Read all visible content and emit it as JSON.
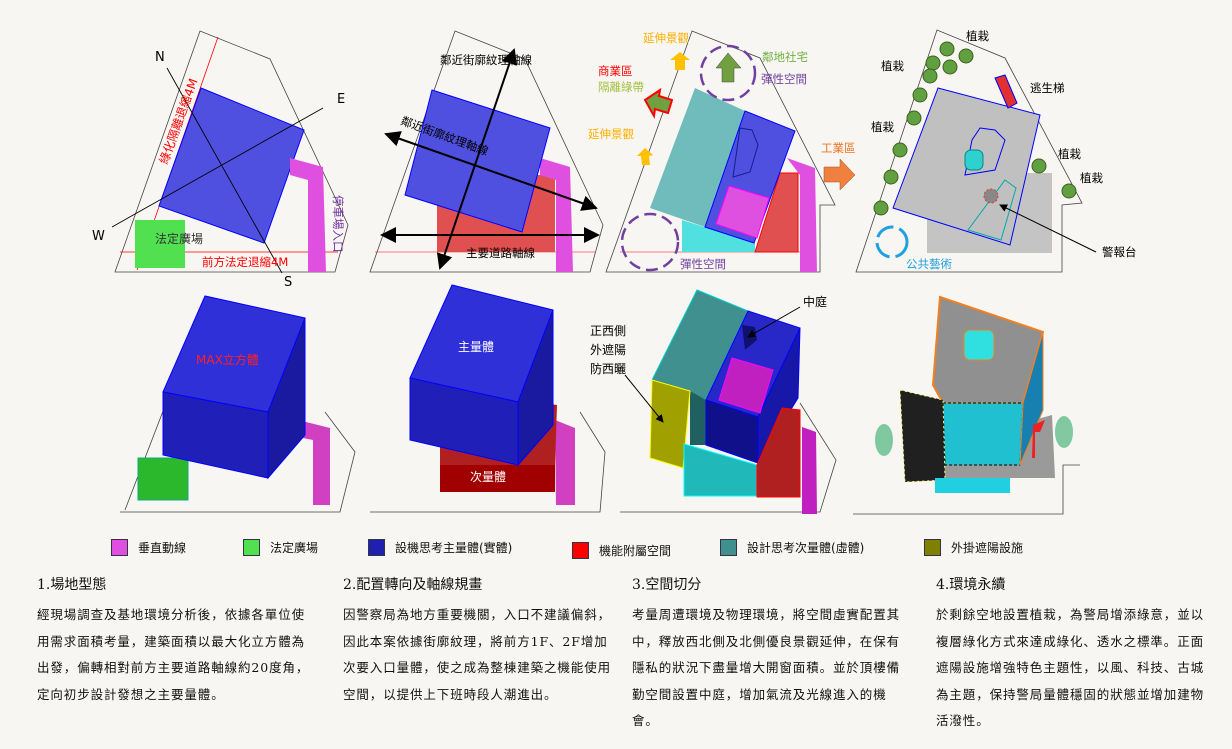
{
  "panels": {
    "site": {
      "n": "N",
      "e": "E",
      "w": "W",
      "s": "S",
      "green_setback": "綠化隔離退縮4M",
      "plaza": "法定廣場",
      "front_setback": "前方法定退縮4M",
      "parking_entry": "停車場入口"
    },
    "axis": {
      "street_axis_top": "鄰近街廓紋理軸線",
      "street_axis_diag": "鄰近街廓紋理軸線",
      "road_axis": "主要道路軸線"
    },
    "space": {
      "view_ext_1": "延伸景觀",
      "commercial": "商業區",
      "buffer": "隔離綠帶",
      "view_ext_2": "延伸景觀",
      "housing": "鄰地社宅",
      "flex_1": "彈性空間",
      "industrial": "工業區",
      "flex_2": "彈性空間"
    },
    "env": {
      "plant_1": "植栽",
      "plant_2": "植栽",
      "plant_3": "植栽",
      "plant_4": "植栽",
      "plant_5": "植栽",
      "stair": "逃生梯",
      "alarm": "警報台",
      "art": "公共藝術"
    },
    "mass1": {
      "label": "MAX立方體"
    },
    "mass2": {
      "main": "主量體",
      "secondary": "次量體"
    },
    "mass3": {
      "courtyard": "中庭",
      "west_1": "正西側",
      "west_2": "外遮陽",
      "west_3": "防西曬"
    }
  },
  "legend": [
    {
      "label": "垂直動線",
      "color": "#e050e0"
    },
    {
      "label": "法定廣場",
      "color": "#50e050"
    },
    {
      "label": "設機思考主量體(實體)",
      "color": "#2020b0"
    },
    {
      "label": "機能附屬空間",
      "color": "#ff0000"
    },
    {
      "label": "設計思考次量體(虛體)",
      "color": "#409090"
    },
    {
      "label": "外掛遮陽設施",
      "color": "#808000"
    }
  ],
  "sections": [
    {
      "title": "1.場地型態",
      "body": "經現場調查及基地環境分析後，依據各單位使用需求面積考量，建築面積以最大化立方體為出發，偏轉相對前方主要道路軸線約20度角，定向初步設計發想之主要量體。"
    },
    {
      "title": "2.配置轉向及軸線規畫",
      "body": "因警察局為地方重要機關，入口不建議偏斜，因此本案依據街廓紋理，將前方1F、2F增加次要入口量體，使之成為整棟建築之機能使用空間，以提供上下班時段人潮進出。"
    },
    {
      "title": "3.空間切分",
      "body": "考量周遭環境及物理環境，將空間虛實配置其中，釋放西北側及北側優良景觀延伸，在保有隱私的狀況下盡量增大開窗面積。並於頂樓備勤空間設置中庭，增加氣流及光線進入的機會。"
    },
    {
      "title": "4.環境永續",
      "body": "於剩餘空地設置植栽，為警局增添綠意，並以複層綠化方式來達成綠化、透水之標準。正面遮陽設施增強特色主題性，以風、科技、古城為主題，保持警局量體穩固的狀態並增加建物活潑性。"
    }
  ]
}
